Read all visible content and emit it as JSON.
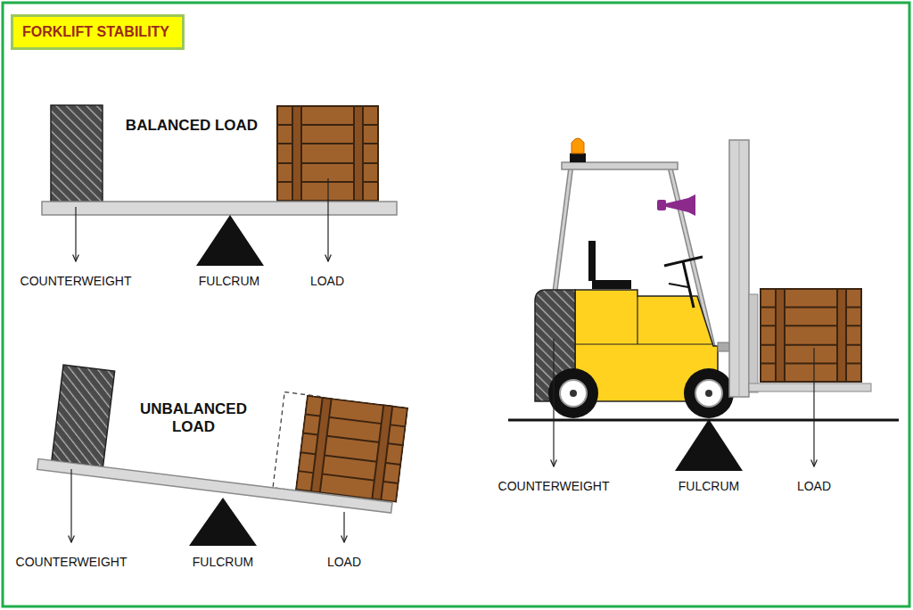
{
  "diagram": {
    "title": "FORKLIFT STABILITY",
    "labels": [
      "BALANCED LOAD",
      "COUNTERWEIGHT",
      "FULCRUM",
      "LOAD",
      "UNBALANCED LOAD",
      "COUNTERWEIGHT",
      "FULCRUM",
      "LOAD",
      "COUNTERWEIGHT",
      "FULCRUM",
      "LOAD"
    ]
  }
}
